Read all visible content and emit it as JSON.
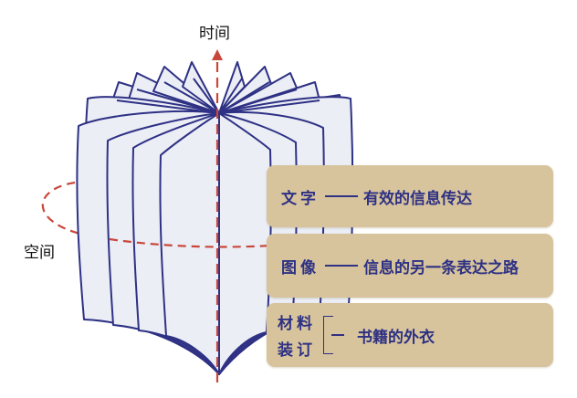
{
  "labels": {
    "time_axis": "时间",
    "space_axis": "空间"
  },
  "cards": [
    {
      "term": "文字",
      "desc": "有效的信息传达"
    },
    {
      "term": "图像",
      "desc": "信息的另一条表达之路"
    },
    {
      "terms": [
        "材料",
        "装订"
      ],
      "desc": "书籍的外衣"
    }
  ],
  "colors": {
    "navy": "#2e3184",
    "card_fill": "#d8c49c",
    "axis_red": "#c8473a",
    "page_fill": "#eceef6"
  }
}
